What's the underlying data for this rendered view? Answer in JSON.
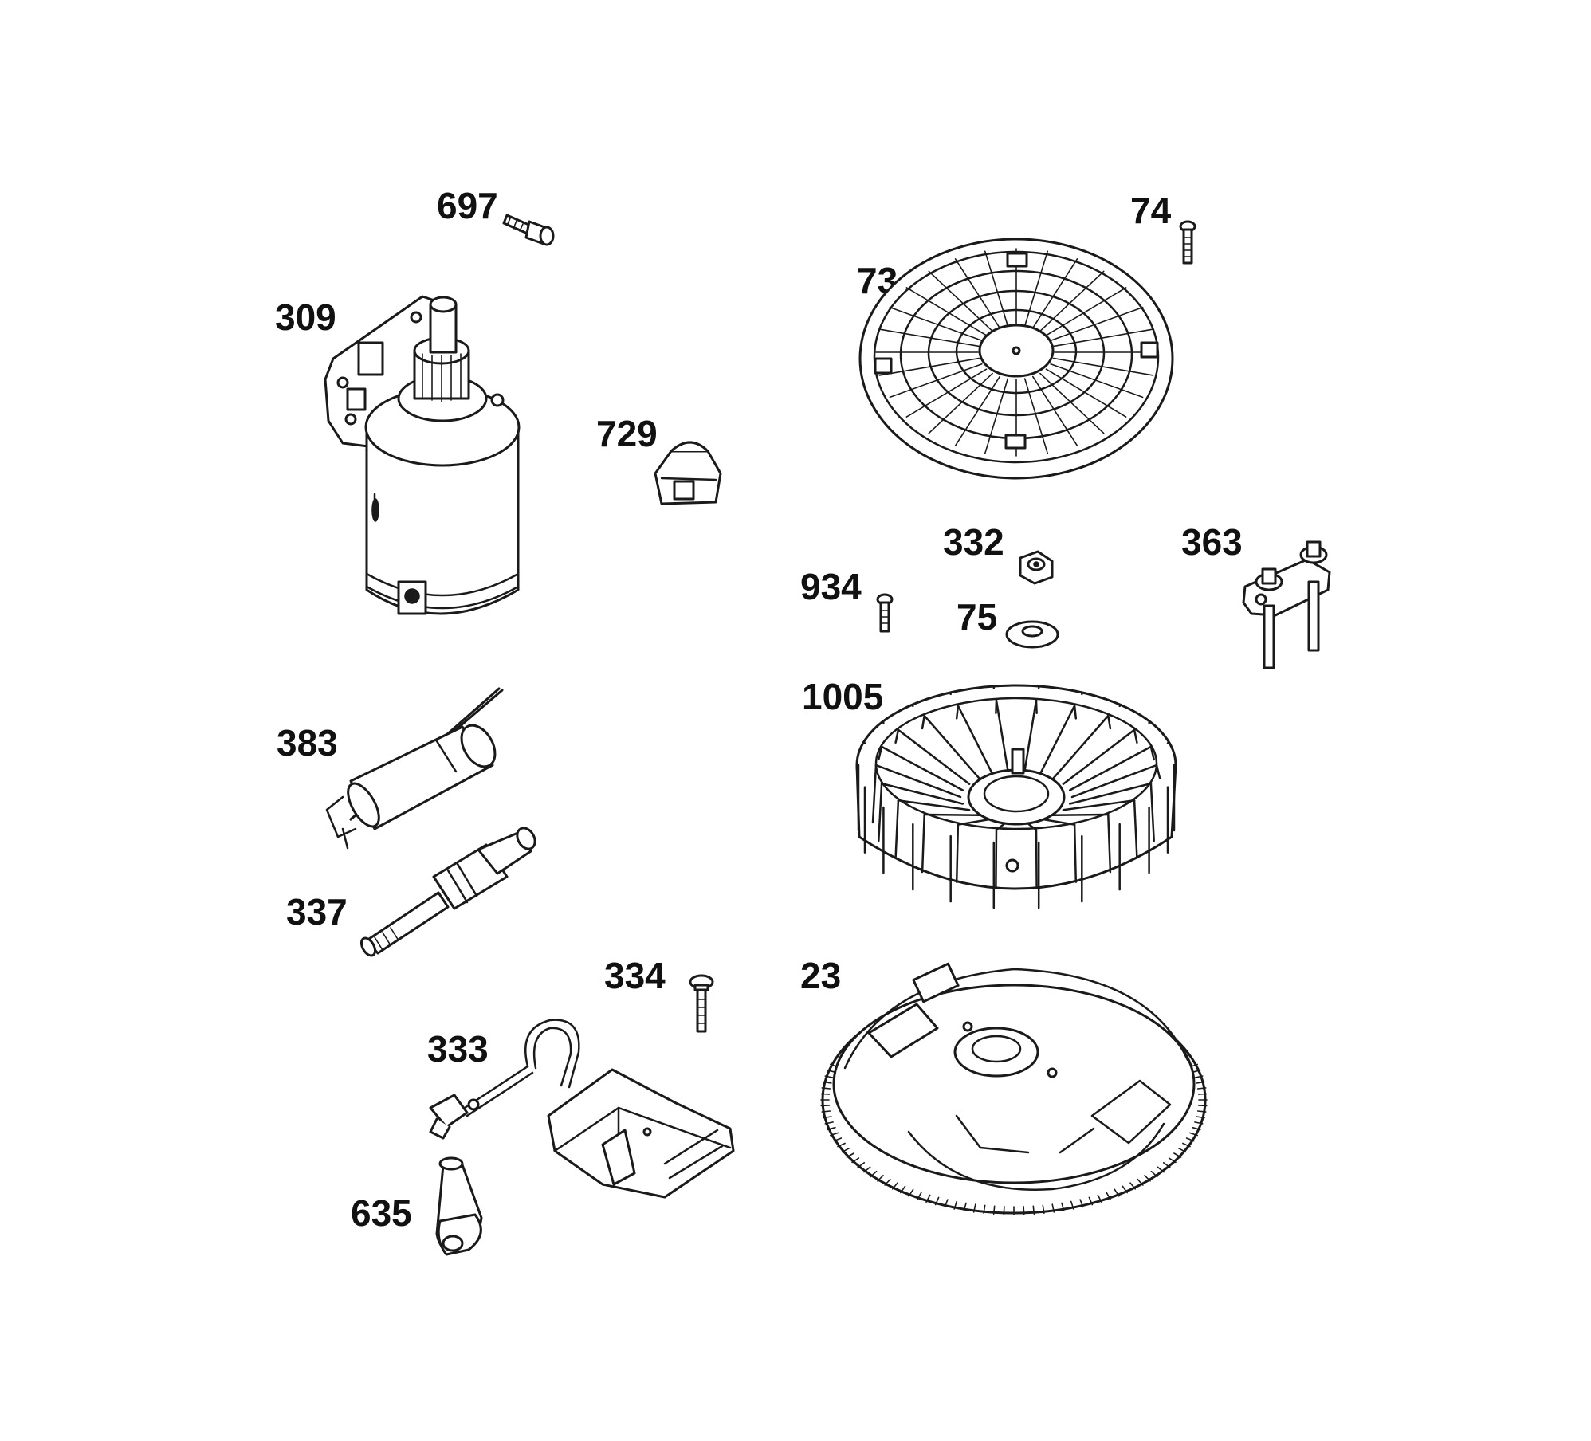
{
  "callouts": {
    "p697": "697",
    "p74": "74",
    "p73": "73",
    "p309": "309",
    "p729": "729",
    "p332": "332",
    "p363": "363",
    "p934": "934",
    "p75": "75",
    "p1005": "1005",
    "p383": "383",
    "p337": "337",
    "p334": "334",
    "p23": "23",
    "p333": "333",
    "p635": "635"
  },
  "colors": {
    "background": "#ffffff",
    "ink": "#1a1a1a"
  }
}
